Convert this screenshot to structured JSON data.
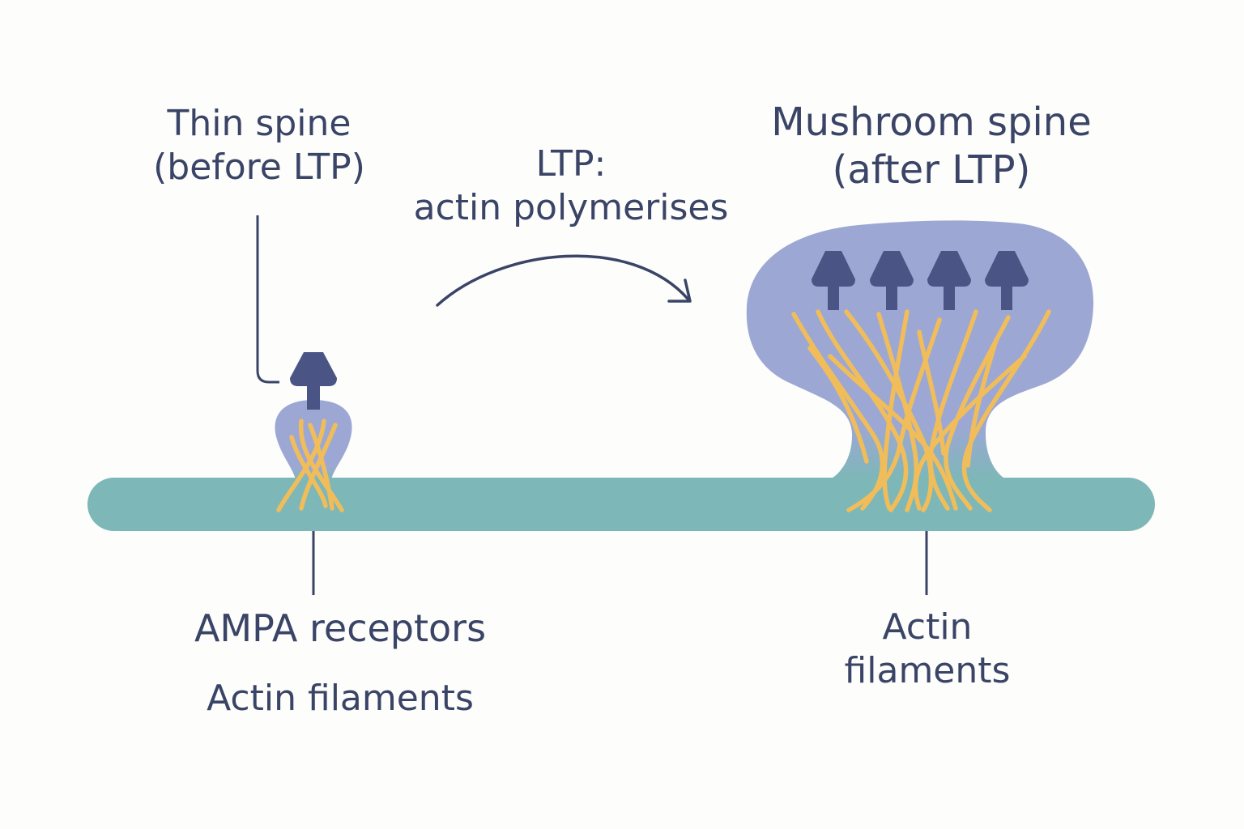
{
  "labels": {
    "thin_spine": [
      "Thin spine",
      "(before LTP)"
    ],
    "ltp": [
      "LTP:",
      "actin polymerises"
    ],
    "mushroom_spine": [
      "Mushroom spine",
      "(after LTP)"
    ],
    "ampa_receptors": "AMPA receptors",
    "actin_filaments_left": "Actin filaments",
    "actin_filaments_right": [
      "Actin",
      "filaments"
    ]
  },
  "colors": {
    "dendrite": "#7db7b8",
    "spine": "#9ca8d3",
    "receptor": "#4a5585",
    "actin": "#f0bd5a",
    "line": "#3a4466",
    "background": "#fdfdfb"
  }
}
